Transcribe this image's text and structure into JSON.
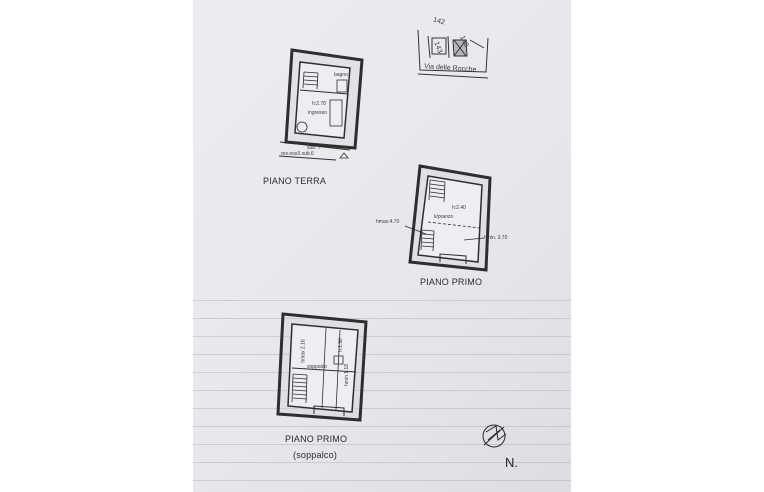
{
  "plans": {
    "ground": {
      "title": "PIANO TERRA",
      "bath": "bagno",
      "height": "h:2.78",
      "entry": "ingresso",
      "sub1": "sub. 7",
      "sub2": "res.eso3.sub.6"
    },
    "first": {
      "title": "PIANO PRIMO",
      "height": "h:2.40",
      "room": "k/pranzo",
      "hmax": "hmax:4.70",
      "hmin": "hmin. 3.70"
    },
    "loft": {
      "title": "PIANO PRIMO",
      "subtitle": "(soppalco)",
      "room": "soppalco",
      "hmax": "hmax 2.16",
      "h": "h:1.50",
      "hmin": "hmin 1.18"
    }
  },
  "site_map": {
    "street": "Via delle Rocche",
    "parcel_a": "142",
    "parcel_b": "140",
    "parcel_c": "143"
  },
  "north": {
    "label": "N."
  }
}
